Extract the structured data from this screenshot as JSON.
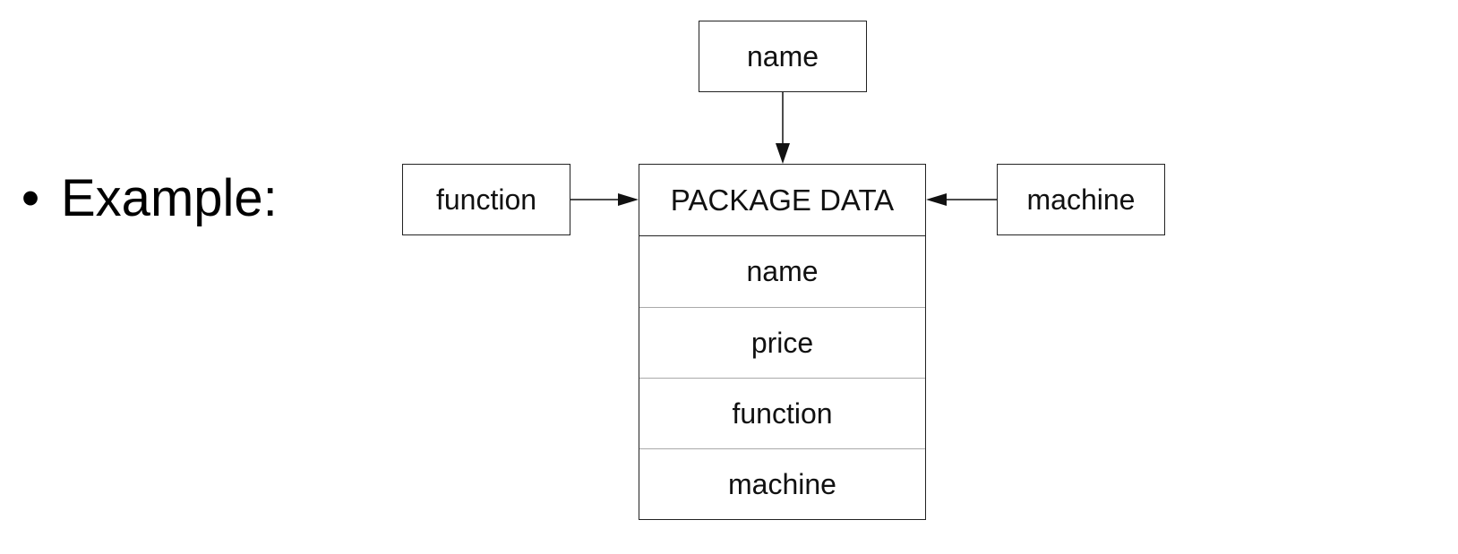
{
  "slide": {
    "bullet": "•",
    "label": "Example:"
  },
  "diagram": {
    "top_box": "name",
    "left_box": "function",
    "right_box": "machine",
    "record": {
      "header": "PACKAGE DATA",
      "fields": [
        "name",
        "price",
        "function",
        "machine"
      ]
    }
  }
}
